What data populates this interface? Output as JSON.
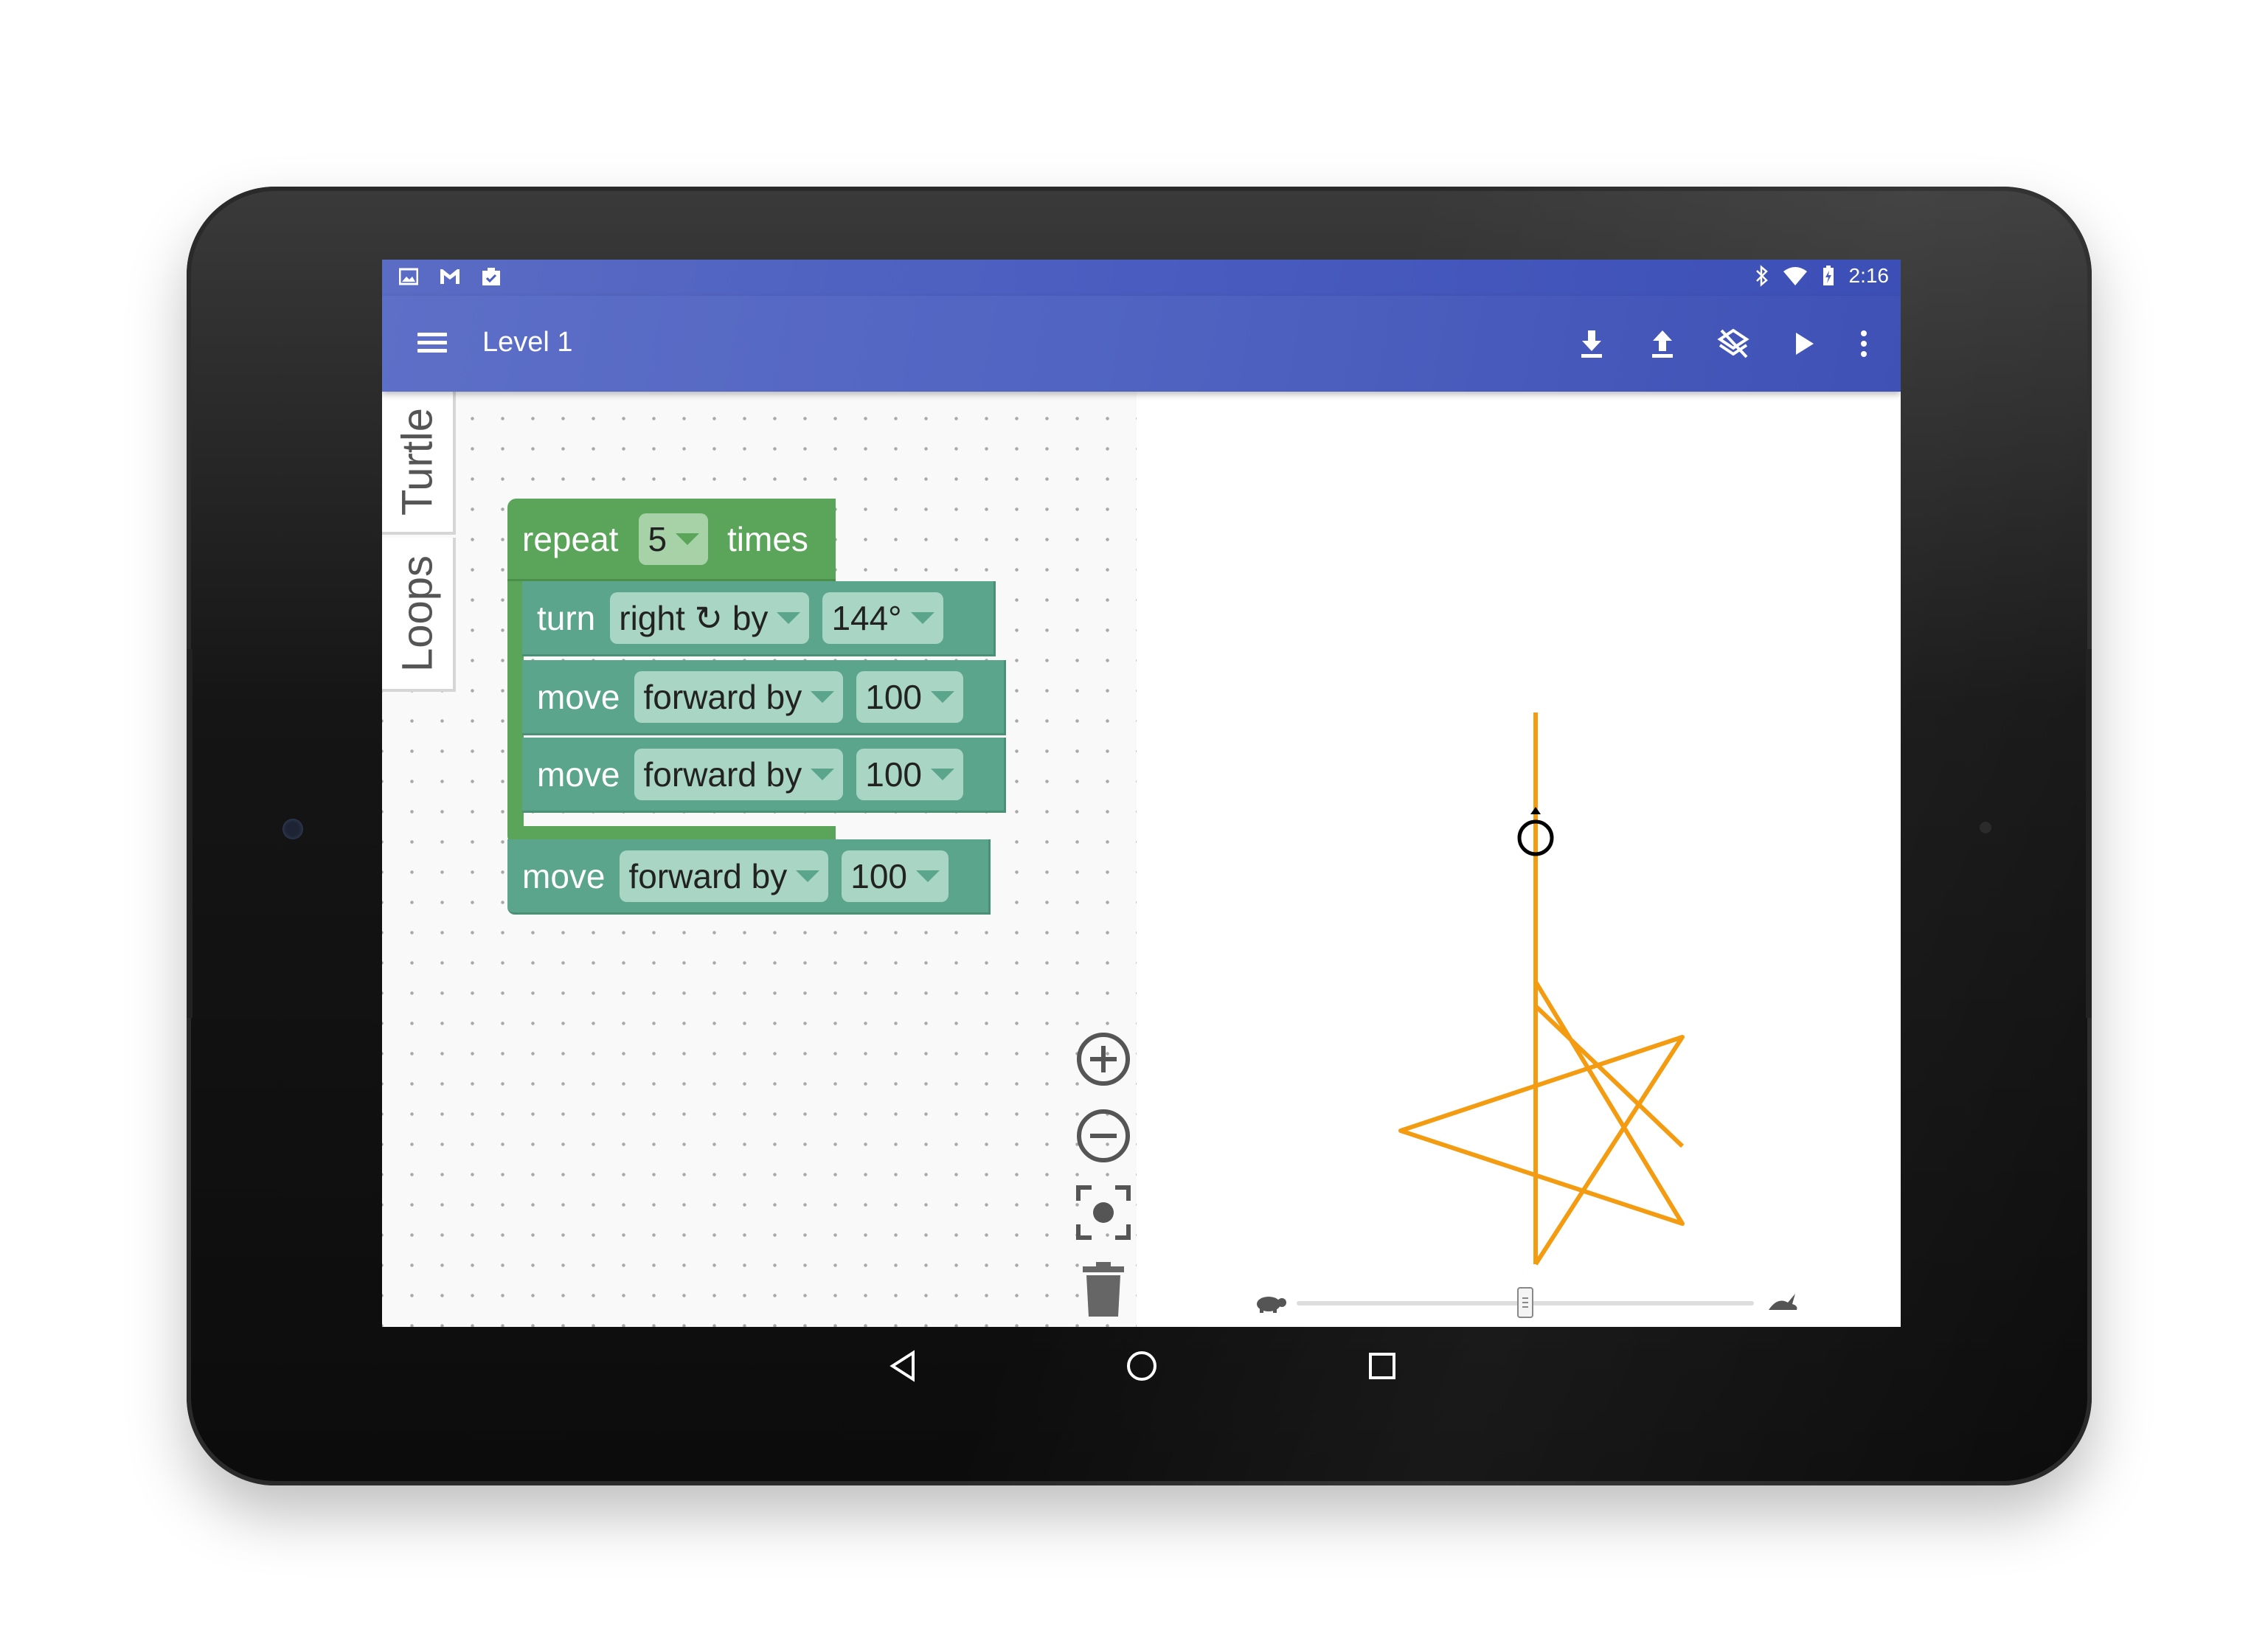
{
  "status_bar": {
    "time": "2:16",
    "icons": [
      "image-icon",
      "gmail-icon",
      "clipboard-icon",
      "bluetooth-icon",
      "wifi-icon",
      "battery-icon"
    ]
  },
  "toolbar": {
    "title": "Level 1",
    "actions": [
      "download-icon",
      "upload-icon",
      "clear-icon",
      "play-icon",
      "more-vert-icon"
    ]
  },
  "flyout": {
    "tabs": [
      "Turtle",
      "Loops"
    ]
  },
  "blocks": {
    "repeat": {
      "label": "repeat",
      "count": "5",
      "suffix": "times"
    },
    "turn": {
      "label": "turn",
      "direction": "right ↻ by",
      "angle": "144°"
    },
    "move1": {
      "label": "move",
      "direction": "forward by",
      "distance": "100"
    },
    "move2": {
      "label": "move",
      "direction": "forward by",
      "distance": "100"
    },
    "move3": {
      "label": "move",
      "direction": "forward by",
      "distance": "100"
    }
  },
  "speed": {
    "value": 0.5
  },
  "colors": {
    "primary": "#3f51b5",
    "loop_block": "#5ba55b",
    "turtle_block": "#5ba58c",
    "path": "#f39c12"
  }
}
